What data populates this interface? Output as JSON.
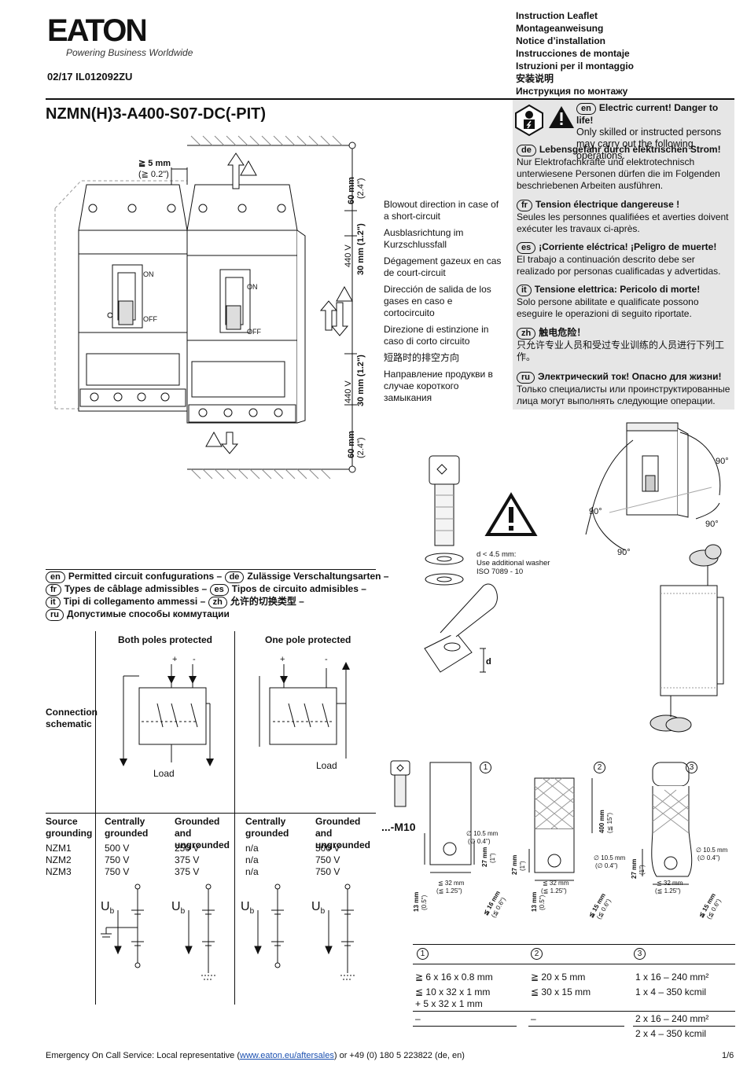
{
  "header": {
    "brand": "EATON",
    "tagline": "Powering Business Worldwide",
    "doc_code": "02/17 IL012092ZU",
    "leaflet_titles": [
      "Instruction Leaflet",
      "Montageanweisung",
      "Notice d’installation",
      "Instrucciones de montaje",
      "Istruzioni per il montaggio",
      "安装说明",
      "Инструкция по монтажу"
    ]
  },
  "product_title": "NZMN(H)3-A400-S07-DC(-PIT)",
  "warnings": [
    {
      "lang": "en",
      "head": "Electric current! Danger to life!",
      "body": "Only skilled or instructed persons may carry out the following operations."
    },
    {
      "lang": "de",
      "head": "Lebensgefahr durch elektrischen Strom!",
      "body": "Nur Elektrofachkräfte und elektrotechnisch unterwiesene Personen dürfen die im Folgenden beschriebenen Arbeiten ausführen."
    },
    {
      "lang": "fr",
      "head": "Tension électrique dangereuse !",
      "body": "Seules les personnes qualifiées et averties doivent exécuter les travaux ci-après."
    },
    {
      "lang": "es",
      "head": "¡Corriente eléctrica! ¡Peligro de muerte!",
      "body": "El trabajo a continuación descrito debe ser realizado por personas cualificadas y advertidas."
    },
    {
      "lang": "it",
      "head": "Tensione elettrica: Pericolo di morte!",
      "body": "Solo persone abilitate e qualificate possono eseguire le operazioni di seguito riportate."
    },
    {
      "lang": "zh",
      "head": "触电危险！",
      "body": "只允许专业人员和受过专业训练的人员进行下列工作。"
    },
    {
      "lang": "ru",
      "head": "Электрический ток! Опасно для жизни!",
      "body": "Только специалисты или проинструктированные лица могут выполнять следующие операции."
    }
  ],
  "blowout": [
    "Blowout direction in case of a short-circuit",
    "Ausblasrichtung im Kurzschlussfall",
    "Dégagement gazeux en cas de court-circuit",
    "Dirección de salida de los gases en caso e cortocircuito",
    "Direzione di estinzione in caso di corto circuito",
    "短路时的排空方向",
    "Направление продукви в случае короткого замыкания"
  ],
  "drawing": {
    "clearance_5mm": "≧ 5 mm",
    "clearance_5mm_in": "(≧ 0.2\")",
    "dim_60": "60 mm",
    "dim_60_in": "(2.4\")",
    "dim_30": "30 mm (1.2\")",
    "dim_440": "440 V",
    "on_label": "ON",
    "off_label": "OFF",
    "washer_note": [
      "d < 4.5 mm:",
      "Use additional washer",
      "ISO 7089 - 10"
    ],
    "angle_90": "90°",
    "d_label": "d"
  },
  "configs": {
    "lines": [
      [
        {
          "lang": "en",
          "text": "Permitted circuit confugurations –"
        },
        {
          "lang": "de",
          "text": "Zulässige Verschaltungsarten –"
        }
      ],
      [
        {
          "lang": "fr",
          "text": "Types de câblage admissibles –"
        },
        {
          "lang": "es",
          "text": "Tipos de circuito admisibles –"
        }
      ],
      [
        {
          "lang": "it",
          "text": "Tipi di collegamento ammessi –"
        },
        {
          "lang": "zh",
          "text": "允许的切换类型 –"
        }
      ],
      [
        {
          "lang": "ru",
          "text": "Допустимые способы коммутации"
        }
      ]
    ],
    "col1": "Both poles protected",
    "col2": "One pole protected",
    "row_label": "Connection schematic",
    "load": "Load",
    "plus": "+",
    "minus": "-",
    "source_head": [
      "Source grounding",
      "Centrally grounded",
      "Grounded and ungrounded",
      "Centrally grounded",
      "Grounded and ungrounded"
    ],
    "rows": [
      [
        "NZM1",
        "500 V",
        "250 V",
        "n/a",
        "500 V"
      ],
      [
        "NZM2",
        "750 V",
        "375 V",
        "n/a",
        "750 V"
      ],
      [
        "NZM3",
        "750 V",
        "375 V",
        "n/a",
        "750 V"
      ]
    ],
    "ub": "U",
    "ub_sub": "b"
  },
  "conductors": {
    "screw": "...-M10",
    "d105": "∅ 10.5 mm",
    "d105_in": "(∅ 0.4\")",
    "h27": "27 mm",
    "h27_in": "(1\")",
    "h13": "13 mm",
    "h13_in": "(0.5\")",
    "w32": "≦ 32 mm",
    "w32_in": "(≦ 1.25\")",
    "t16": "≦ 16 mm",
    "t16_in": "(≦ 0.6\")",
    "t15": "≦ 15 mm",
    "t15_in": "(≦ 0.6\")",
    "len400": "400 mm",
    "len400_in": "(≦ 15\")",
    "nums": [
      "1",
      "2",
      "3"
    ]
  },
  "table": {
    "heads": [
      "1",
      "2",
      "3"
    ],
    "c1": [
      "≧ 6 x 16 x 0.8 mm",
      "≦ 10 x 32 x 1 mm",
      "+ 5 x 32 x 1 mm",
      "–"
    ],
    "c2": [
      "≧ 20 x 5 mm",
      "≦ 30 x 15 mm",
      "–"
    ],
    "c3": [
      "1 x 16 – 240 mm²",
      "1 x 4 – 350 kcmil",
      "2 x 16 – 240 mm²",
      "2 x 4 – 350 kcmil"
    ]
  },
  "footer": {
    "prefix": "Emergency On Call Service: Local representative (",
    "link": "www.eaton.eu/aftersales",
    "suffix": ") or +49 (0) 180 5 223822 (de, en)",
    "page": "1/6"
  }
}
